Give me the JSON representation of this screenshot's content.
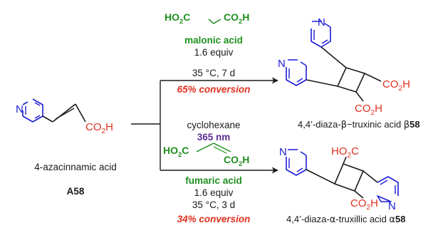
{
  "colors": {
    "text": "#1a1a1a",
    "reagent": "#1f8f1f",
    "acid_group": "#e0301e",
    "pyridine": "#1c1cd6",
    "wavelength": "#5b2d91"
  },
  "start": {
    "name": "4-azacinnamic acid",
    "code": "A58",
    "n_label": "N",
    "acid_label": "CO",
    "acid_sub": "2",
    "acid_end": "H"
  },
  "center": {
    "solvent": "cyclohexane",
    "light": "365 nm"
  },
  "top": {
    "reagent_acid_left": "HO",
    "reagent_acid_left_sub": "2",
    "reagent_acid_left_end": "C",
    "reagent_acid_right": "CO",
    "reagent_acid_right_sub": "2",
    "reagent_acid_right_end": "H",
    "reagent_name": "malonic acid",
    "equiv": "1.6 equiv",
    "conditions": "35 °C, 7 d",
    "conversion": "65% conversion",
    "product_prefix": "4,4’-diaza-",
    "product_greek": "β",
    "product_mid": "−truxinic acid ",
    "product_code_greek": "β",
    "product_code_num": "58",
    "product_n_upper": "N",
    "product_n_lower": "N",
    "product_acid_right": "CO",
    "product_acid_right_sub": "2",
    "product_acid_right_end": "H",
    "product_acid_bottom": "CO",
    "product_acid_bottom_sub": "2",
    "product_acid_bottom_end": "H"
  },
  "bottom": {
    "reagent_acid_left": "HO",
    "reagent_acid_left_sub": "2",
    "reagent_acid_left_end": "C",
    "reagent_acid_right": "CO",
    "reagent_acid_right_sub": "2",
    "reagent_acid_right_end": "H",
    "reagent_name": "fumaric acid",
    "equiv": "1.6  equiv",
    "conditions": "35 °C, 3 d",
    "conversion": "34% conversion",
    "product_prefix": "4,4’-diaza-",
    "product_greek": "α",
    "product_mid": "-truxillic acid ",
    "product_code_greek": "α",
    "product_code_num": "58",
    "product_n_upper": "N",
    "product_n_lower": "N",
    "product_acid_top": "HO",
    "product_acid_top_sub": "2",
    "product_acid_top_end": "C",
    "product_acid_bottom": "CO",
    "product_acid_bottom_sub": "2",
    "product_acid_bottom_end": "H"
  }
}
